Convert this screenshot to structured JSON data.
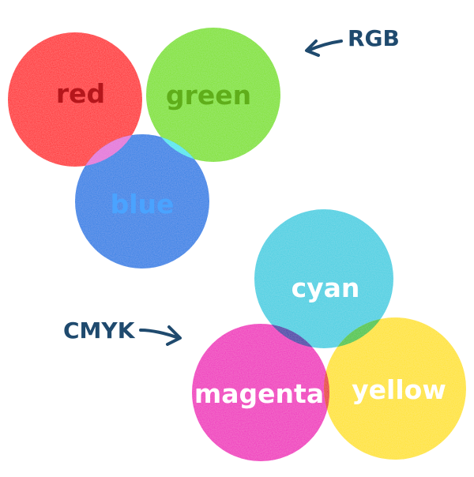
{
  "rgb": {
    "heading": "RGB",
    "circles": [
      {
        "label": "red",
        "color": "#ff1f24",
        "text_color": "#b5161b"
      },
      {
        "label": "green",
        "color": "#7ee21f",
        "text_color": "#5fae1a"
      },
      {
        "label": "blue",
        "color": "#1f7ee6",
        "text_color": "#4aa3ff"
      }
    ],
    "overlaps": {
      "red_green": "#ffee10",
      "red_blue": "#e46fd9",
      "green_blue": "#46e6ef"
    }
  },
  "cmyk": {
    "heading": "CMYK",
    "circles": [
      {
        "label": "cyan",
        "color": "#3ccfe2",
        "text_color": "#ffffff"
      },
      {
        "label": "magenta",
        "color": "#f024bd",
        "text_color": "#ffffff"
      },
      {
        "label": "yellow",
        "color": "#ffe314",
        "text_color": "#ffffff"
      }
    ],
    "overlaps": {
      "cyan_magenta": "#3a2fa6",
      "cyan_yellow": "#3fc53a",
      "magenta_yellow": "#e82e26",
      "all": "#2a1d12"
    }
  },
  "arrow_color": "#1f4a6e"
}
